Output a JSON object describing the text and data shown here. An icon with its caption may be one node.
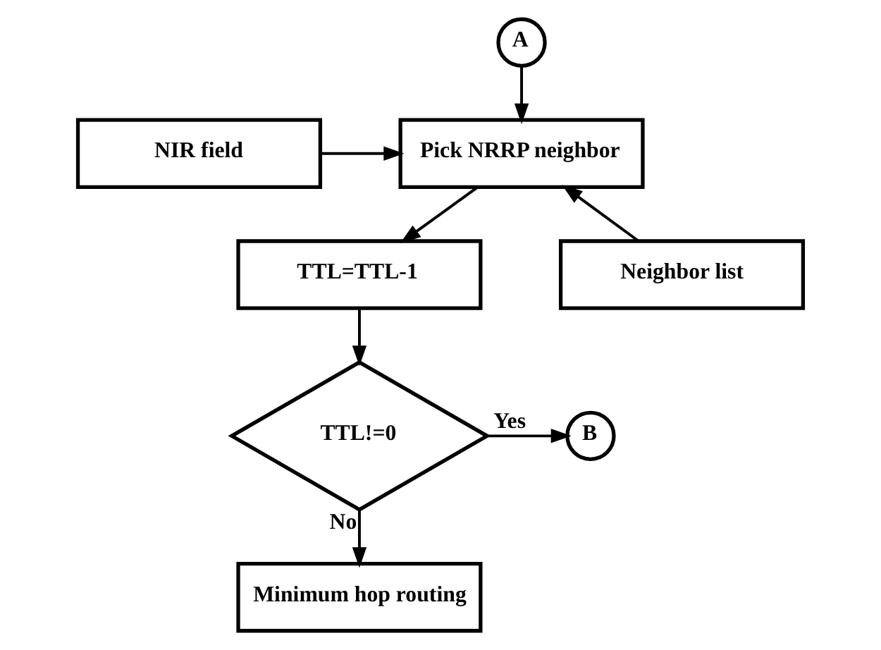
{
  "diagram": {
    "nodes": [
      {
        "text": [
          "A"
        ]
      },
      {
        "text": [
          "Pick NRRP neighbor"
        ]
      },
      {
        "text": [
          "NIR field"
        ]
      },
      {
        "text": [
          "Neighbor list"
        ]
      },
      {
        "text": [
          "TTL=TTL-1"
        ]
      },
      {
        "text": [
          "TTL!=0"
        ]
      },
      {
        "text": [
          "B"
        ]
      },
      {
        "text": [
          "Minimum hop routing"
        ]
      }
    ],
    "edges": [
      {
        "from": 0,
        "to": 1,
        "arrow": "to"
      },
      {
        "from": 2,
        "to": 1,
        "arrow": "to"
      },
      {
        "from": 3,
        "to": 1,
        "arrow": "to"
      },
      {
        "from": 1,
        "to": 4,
        "arrow": "to"
      },
      {
        "from": 4,
        "to": 5,
        "arrow": "to"
      },
      {
        "from": 5,
        "to": 6,
        "label": "Yes",
        "arrow": "to"
      },
      {
        "from": 5,
        "to": 7,
        "label": "No",
        "arrow": "to"
      }
    ]
  }
}
